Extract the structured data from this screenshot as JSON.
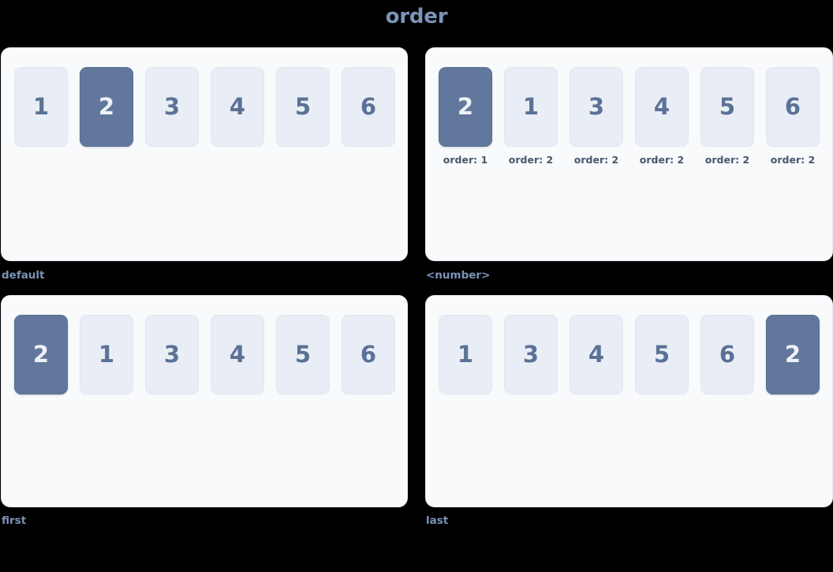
{
  "page": {
    "title": "order",
    "background_color": "#000000",
    "title_color": "#7b93b8"
  },
  "theme": {
    "panel_background": "#f9fafc",
    "panel_border": "#e4e9f2",
    "card_background": "#e9edf6",
    "card_border": "#dfe5f0",
    "card_text": "#5a7295",
    "accent_background": "#61789c",
    "accent_text": "#eef2f8",
    "label_color": "#7b93b8",
    "order_tag_color": "#46586f"
  },
  "panels": [
    {
      "key": "default",
      "label": "default",
      "items": [
        {
          "value": "1",
          "accent": false,
          "order_label": null
        },
        {
          "value": "2",
          "accent": true,
          "order_label": null
        },
        {
          "value": "3",
          "accent": false,
          "order_label": null
        },
        {
          "value": "4",
          "accent": false,
          "order_label": null
        },
        {
          "value": "5",
          "accent": false,
          "order_label": null
        },
        {
          "value": "6",
          "accent": false,
          "order_label": null
        }
      ]
    },
    {
      "key": "number",
      "label": "<number>",
      "items": [
        {
          "value": "2",
          "accent": true,
          "order_label": "order: 1"
        },
        {
          "value": "1",
          "accent": false,
          "order_label": "order: 2"
        },
        {
          "value": "3",
          "accent": false,
          "order_label": "order: 2"
        },
        {
          "value": "4",
          "accent": false,
          "order_label": "order: 2"
        },
        {
          "value": "5",
          "accent": false,
          "order_label": "order: 2"
        },
        {
          "value": "6",
          "accent": false,
          "order_label": "order: 2"
        }
      ]
    },
    {
      "key": "first",
      "label": "first",
      "items": [
        {
          "value": "2",
          "accent": true,
          "order_label": null
        },
        {
          "value": "1",
          "accent": false,
          "order_label": null
        },
        {
          "value": "3",
          "accent": false,
          "order_label": null
        },
        {
          "value": "4",
          "accent": false,
          "order_label": null
        },
        {
          "value": "5",
          "accent": false,
          "order_label": null
        },
        {
          "value": "6",
          "accent": false,
          "order_label": null
        }
      ]
    },
    {
      "key": "last",
      "label": "last",
      "items": [
        {
          "value": "1",
          "accent": false,
          "order_label": null
        },
        {
          "value": "3",
          "accent": false,
          "order_label": null
        },
        {
          "value": "4",
          "accent": false,
          "order_label": null
        },
        {
          "value": "5",
          "accent": false,
          "order_label": null
        },
        {
          "value": "6",
          "accent": false,
          "order_label": null
        },
        {
          "value": "2",
          "accent": true,
          "order_label": null
        }
      ]
    }
  ]
}
